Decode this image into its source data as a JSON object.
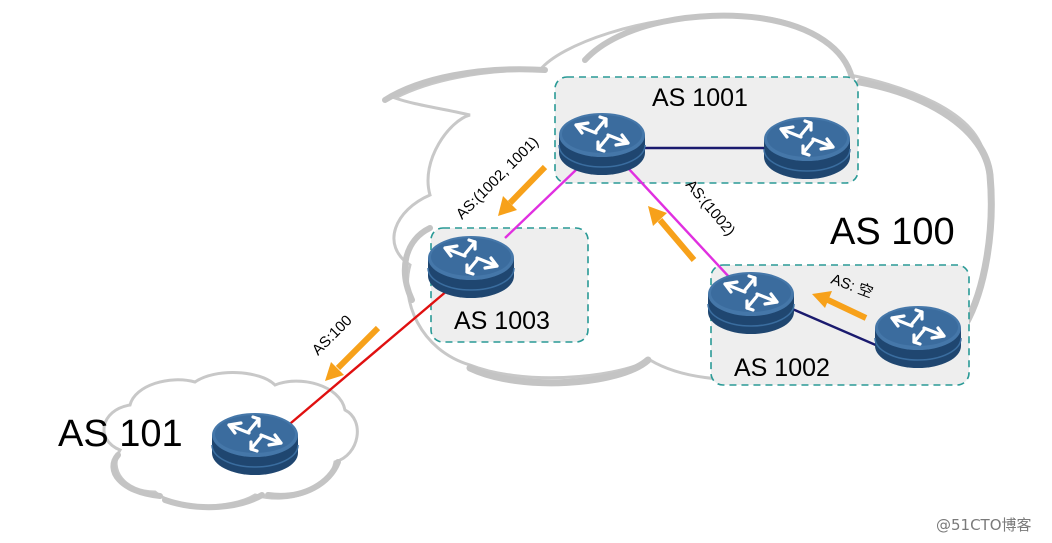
{
  "diagram": {
    "as_labels": {
      "as100": "AS 100",
      "as101": "AS 101",
      "as1001": "AS 1001",
      "as1002": "AS 1002",
      "as1003": "AS 1003"
    },
    "path_labels": {
      "r1001_to_r1003": "AS:(1002, 1001)",
      "r1002_to_r1001": "AS:(1002)",
      "internal_1002": "AS: 空",
      "r1003_to_r101": "AS:100"
    },
    "watermark": "@51CTO博客",
    "colors": {
      "router_body": "#2d5f8c",
      "router_top": "#4a7fb0",
      "sub_as_border": "#2a9a96",
      "sub_as_fill": "#eeeeee",
      "cloud_outline": "#c8c8c8",
      "ebgp_link_pink": "#e030e0",
      "ebgp_link_red": "#e01010",
      "ibgp_link": "#1a1a6e",
      "arrow": "#f7a11a"
    },
    "routers": [
      {
        "name": "router-as1001-left",
        "icon": "router-icon"
      },
      {
        "name": "router-as1001-right",
        "icon": "router-icon"
      },
      {
        "name": "router-as1003",
        "icon": "router-icon"
      },
      {
        "name": "router-as1002-left",
        "icon": "router-icon"
      },
      {
        "name": "router-as1002-right",
        "icon": "router-icon"
      },
      {
        "name": "router-as101",
        "icon": "router-icon"
      }
    ]
  }
}
